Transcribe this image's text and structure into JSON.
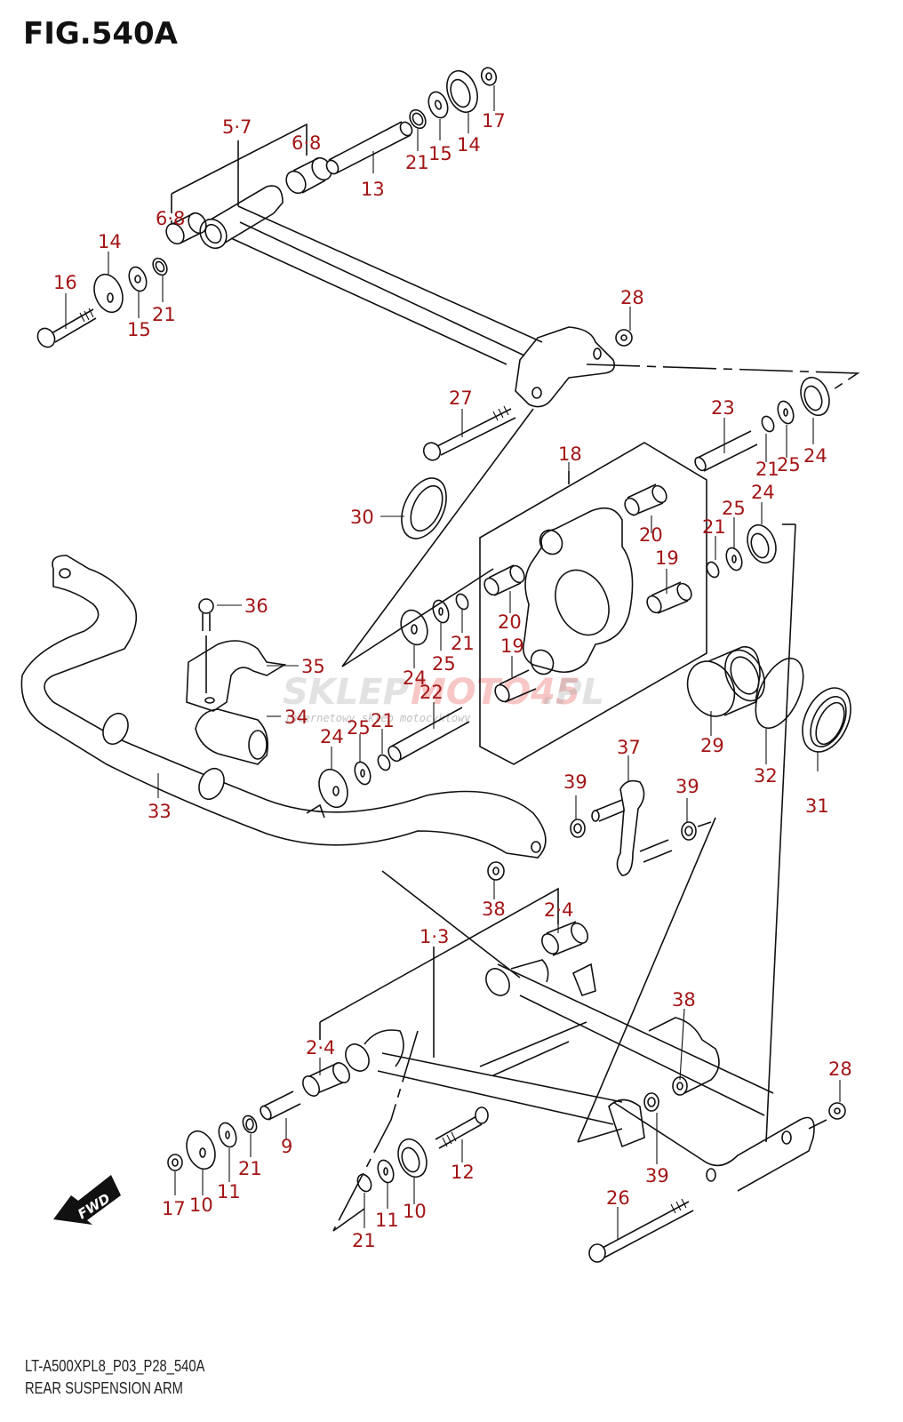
{
  "figure": {
    "title": "FIG.540A",
    "code": "LT-A500XPL8_P03_P28_540A",
    "caption": "REAR SUSPENSION ARM",
    "label_color": "#a31515",
    "line_color": "#111111"
  },
  "watermark": {
    "brand_gray": "SKLEP",
    "brand_red": "MOTO45",
    "brand_suffix": ".PL",
    "tagline": "internetowy sklep motocyklowy",
    "gray_color": "#9a9a9a",
    "red_color": "#e53935"
  },
  "fwd_arrow": {
    "label": "FWD",
    "icon": "forward-arrow-icon"
  },
  "callouts": [
    {
      "id": "5-7",
      "text": "5·7"
    },
    {
      "id": "6-8-top",
      "text": "6·8"
    },
    {
      "id": "6-8-left",
      "text": "6·8"
    },
    {
      "id": "13",
      "text": "13"
    },
    {
      "id": "21-a",
      "text": "21"
    },
    {
      "id": "15-a",
      "text": "15"
    },
    {
      "id": "14-a",
      "text": "14"
    },
    {
      "id": "17-a",
      "text": "17"
    },
    {
      "id": "14-b",
      "text": "14"
    },
    {
      "id": "16",
      "text": "16"
    },
    {
      "id": "15-b",
      "text": "15"
    },
    {
      "id": "21-b",
      "text": "21"
    },
    {
      "id": "28-a",
      "text": "28"
    },
    {
      "id": "27",
      "text": "27"
    },
    {
      "id": "23",
      "text": "23"
    },
    {
      "id": "21-c",
      "text": "21"
    },
    {
      "id": "25-a",
      "text": "25"
    },
    {
      "id": "24-a",
      "text": "24"
    },
    {
      "id": "18",
      "text": "18"
    },
    {
      "id": "30",
      "text": "30"
    },
    {
      "id": "24-b",
      "text": "24"
    },
    {
      "id": "25-b",
      "text": "25"
    },
    {
      "id": "21-d",
      "text": "21"
    },
    {
      "id": "20-a",
      "text": "20"
    },
    {
      "id": "19-a",
      "text": "19"
    },
    {
      "id": "36",
      "text": "36"
    },
    {
      "id": "20-b",
      "text": "20"
    },
    {
      "id": "24-c",
      "text": "24"
    },
    {
      "id": "25-c",
      "text": "25"
    },
    {
      "id": "21-e",
      "text": "21"
    },
    {
      "id": "19-b",
      "text": "19"
    },
    {
      "id": "35",
      "text": "35"
    },
    {
      "id": "22",
      "text": "22"
    },
    {
      "id": "34",
      "text": "34"
    },
    {
      "id": "24-d",
      "text": "24"
    },
    {
      "id": "25-d",
      "text": "25"
    },
    {
      "id": "21-f",
      "text": "21"
    },
    {
      "id": "29",
      "text": "29"
    },
    {
      "id": "32",
      "text": "32"
    },
    {
      "id": "31",
      "text": "31"
    },
    {
      "id": "37",
      "text": "37"
    },
    {
      "id": "39-a",
      "text": "39"
    },
    {
      "id": "39-b",
      "text": "39"
    },
    {
      "id": "33",
      "text": "33"
    },
    {
      "id": "38-a",
      "text": "38"
    },
    {
      "id": "2-4-a",
      "text": "2·4"
    },
    {
      "id": "1-3",
      "text": "1·3"
    },
    {
      "id": "38-b",
      "text": "38"
    },
    {
      "id": "2-4-b",
      "text": "2·4"
    },
    {
      "id": "28-b",
      "text": "28"
    },
    {
      "id": "9",
      "text": "9"
    },
    {
      "id": "12",
      "text": "12"
    },
    {
      "id": "39-c",
      "text": "39"
    },
    {
      "id": "21-g",
      "text": "21"
    },
    {
      "id": "17-b",
      "text": "17"
    },
    {
      "id": "10-a",
      "text": "10"
    },
    {
      "id": "11-a",
      "text": "11"
    },
    {
      "id": "26",
      "text": "26"
    },
    {
      "id": "11-b",
      "text": "11"
    },
    {
      "id": "10-b",
      "text": "10"
    },
    {
      "id": "21-h",
      "text": "21"
    }
  ]
}
